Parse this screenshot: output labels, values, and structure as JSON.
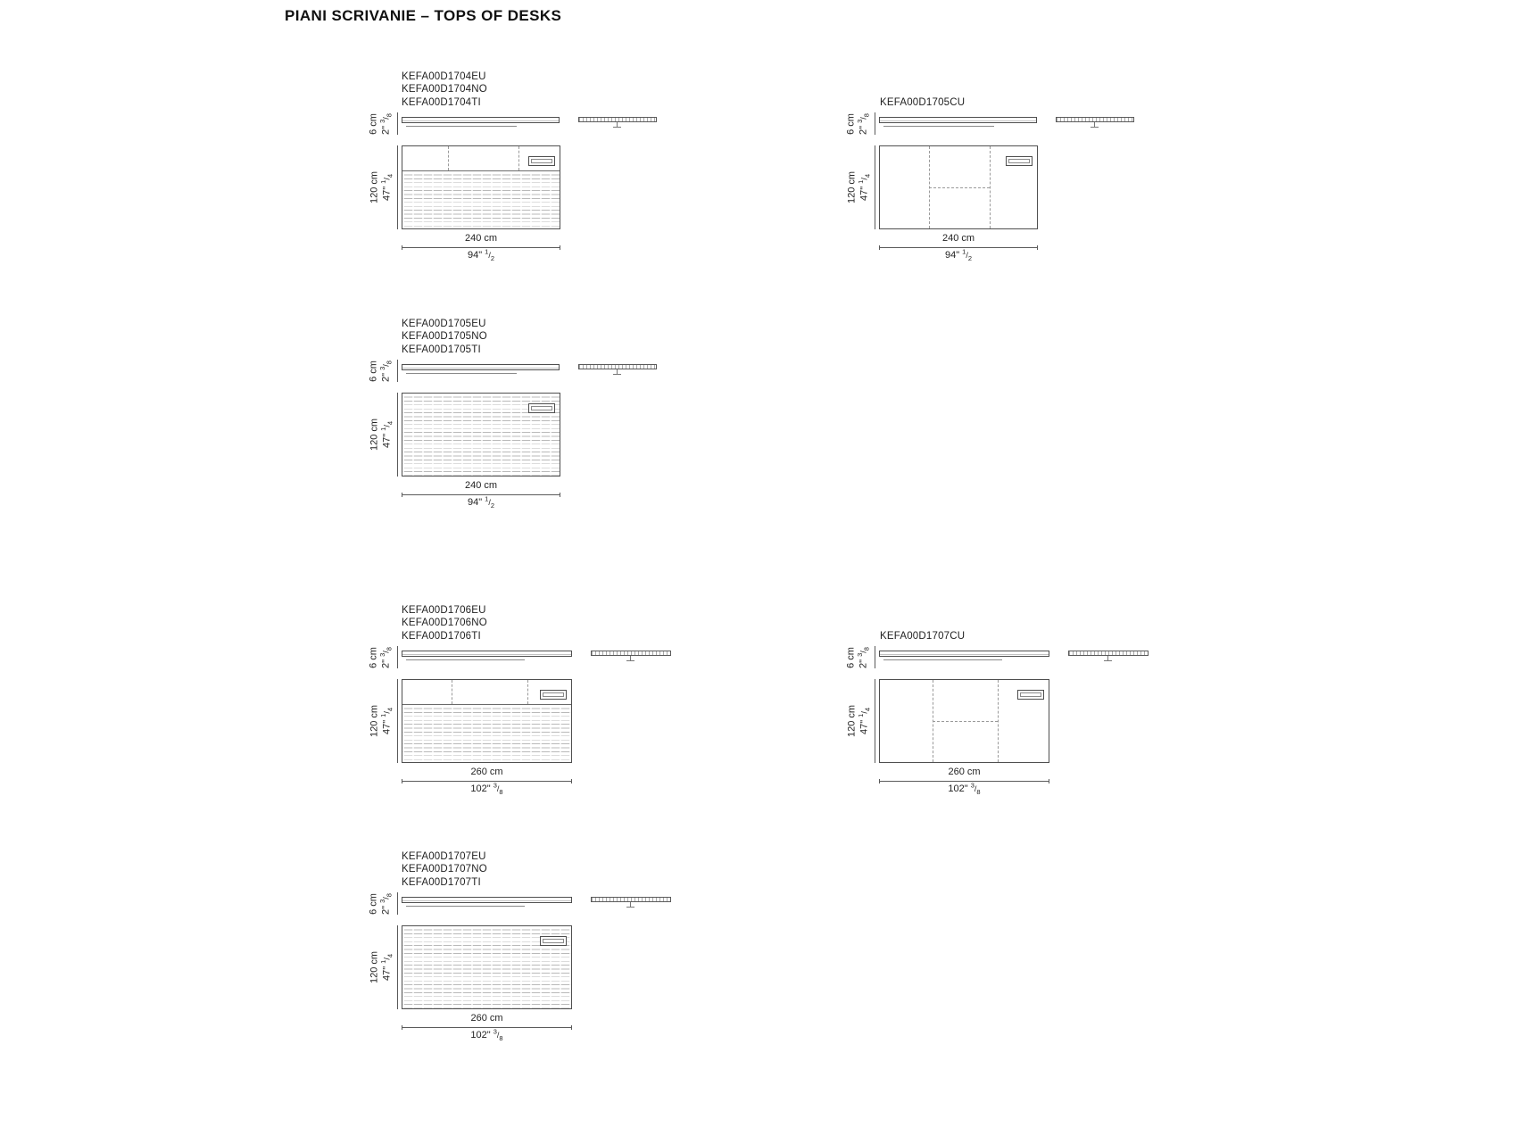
{
  "page_title": "PIANI SCRIVANIE – TOPS OF DESKS",
  "units": [
    {
      "codes": [
        "KEFA00D1704EU",
        "KEFA00D1704NO",
        "KEFA00D1704TI"
      ],
      "thickness": {
        "cm": "6 cm",
        "in": "2\"",
        "num": "3",
        "den": "8"
      },
      "depth": {
        "cm": "120 cm",
        "in": "47\"",
        "num": "1",
        "den": "4"
      },
      "width": {
        "cm": "240 cm",
        "in": "94\"",
        "num": "1",
        "den": "2"
      }
    },
    {
      "codes": [
        "KEFA00D1705CU"
      ],
      "thickness": {
        "cm": "6 cm",
        "in": "2\"",
        "num": "3",
        "den": "8"
      },
      "depth": {
        "cm": "120 cm",
        "in": "47\"",
        "num": "1",
        "den": "4"
      },
      "width": {
        "cm": "240 cm",
        "in": "94\"",
        "num": "1",
        "den": "2"
      }
    },
    {
      "codes": [
        "KEFA00D1705EU",
        "KEFA00D1705NO",
        "KEFA00D1705TI"
      ],
      "thickness": {
        "cm": "6 cm",
        "in": "2\"",
        "num": "3",
        "den": "8"
      },
      "depth": {
        "cm": "120 cm",
        "in": "47\"",
        "num": "1",
        "den": "4"
      },
      "width": {
        "cm": "240 cm",
        "in": "94\"",
        "num": "1",
        "den": "2"
      }
    },
    {
      "codes": [
        "KEFA00D1706EU",
        "KEFA00D1706NO",
        "KEFA00D1706TI"
      ],
      "thickness": {
        "cm": "6 cm",
        "in": "2\"",
        "num": "3",
        "den": "8"
      },
      "depth": {
        "cm": "120 cm",
        "in": "47\"",
        "num": "1",
        "den": "4"
      },
      "width": {
        "cm": "260 cm",
        "in": "102\"",
        "num": "3",
        "den": "8"
      }
    },
    {
      "codes": [
        "KEFA00D1707CU"
      ],
      "thickness": {
        "cm": "6 cm",
        "in": "2\"",
        "num": "3",
        "den": "8"
      },
      "depth": {
        "cm": "120 cm",
        "in": "47\"",
        "num": "1",
        "den": "4"
      },
      "width": {
        "cm": "260 cm",
        "in": "102\"",
        "num": "3",
        "den": "8"
      }
    },
    {
      "codes": [
        "KEFA00D1707EU",
        "KEFA00D1707NO",
        "KEFA00D1707TI"
      ],
      "thickness": {
        "cm": "6 cm",
        "in": "2\"",
        "num": "3",
        "den": "8"
      },
      "depth": {
        "cm": "120 cm",
        "in": "47\"",
        "num": "1",
        "den": "4"
      },
      "width": {
        "cm": "260 cm",
        "in": "102\"",
        "num": "3",
        "den": "8"
      }
    }
  ]
}
